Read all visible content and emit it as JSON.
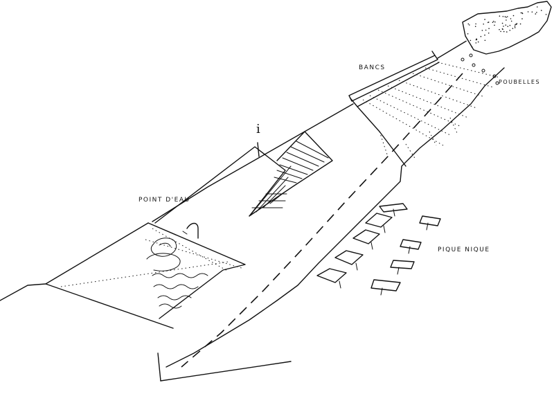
{
  "labels": {
    "bancs": "BANCS",
    "poubelles": "POUBELLES",
    "point_eau": "POINT D'EAU",
    "pique_nique": "PIQUE NIQUE",
    "info": "i"
  }
}
